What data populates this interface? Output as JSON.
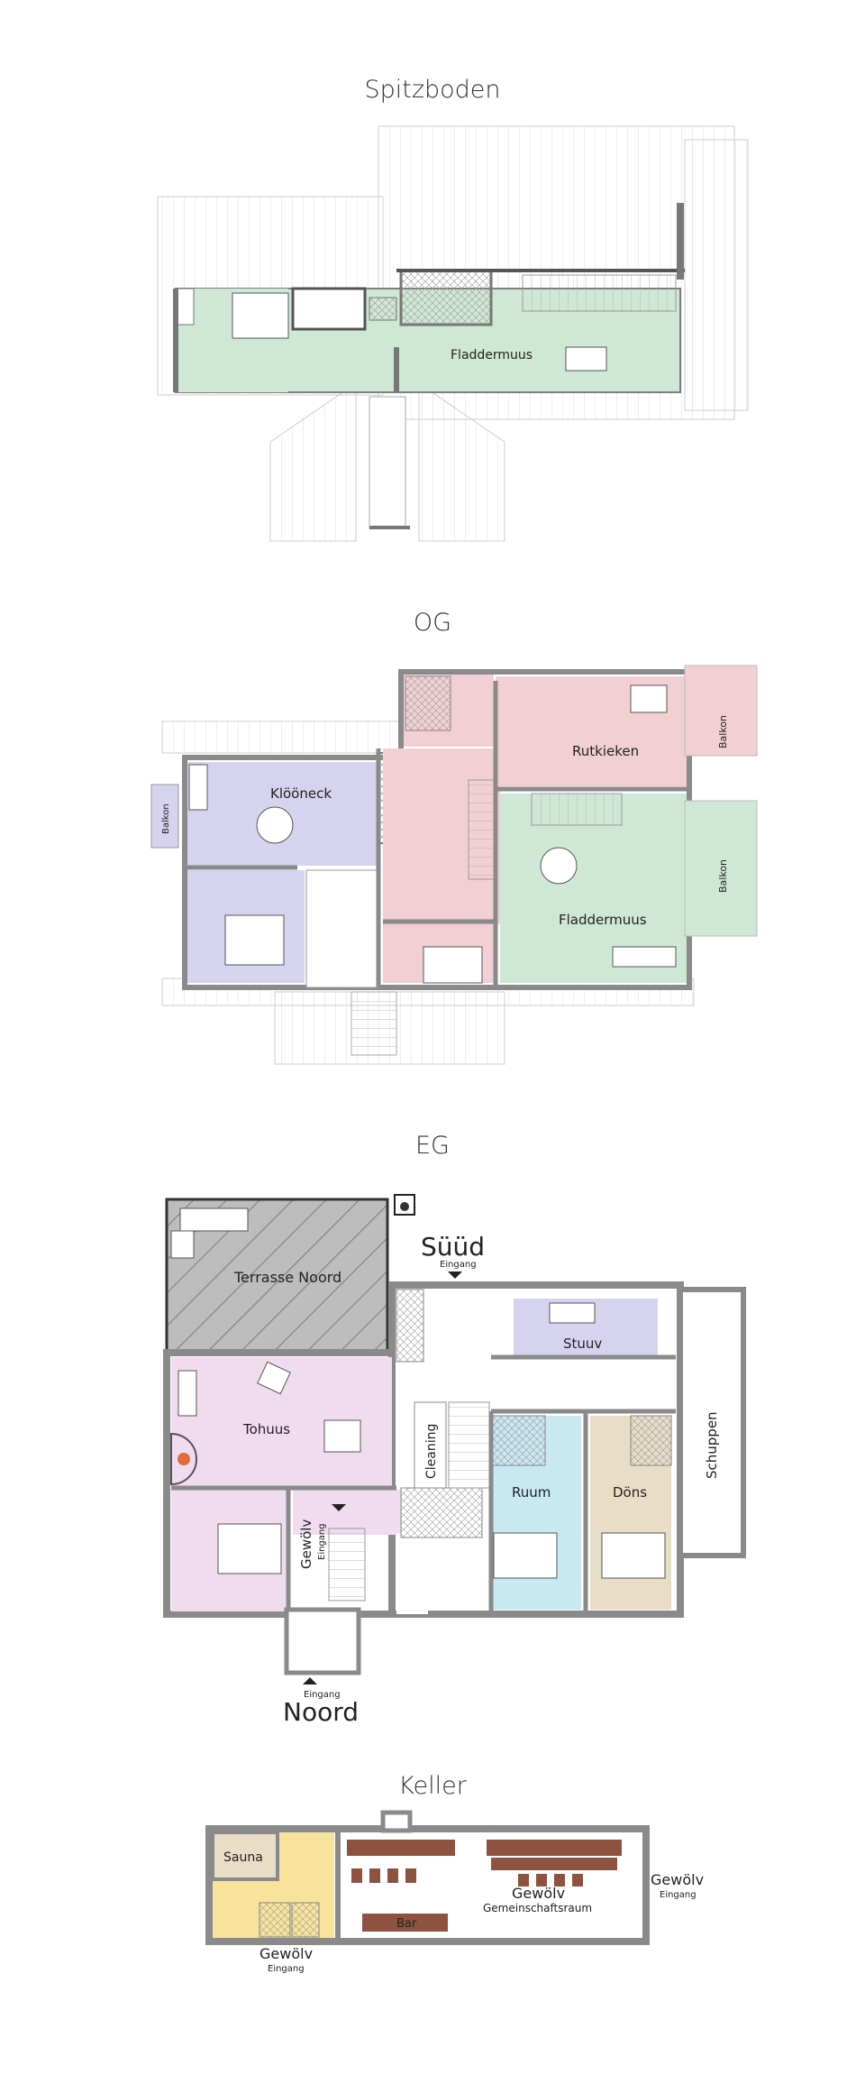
{
  "titles": {
    "spitzboden": "Spitzboden",
    "og": "OG",
    "eg": "EG",
    "keller": "Keller"
  },
  "spitzboden": {
    "room": "Fladdermuus"
  },
  "og": {
    "rooms": {
      "klooneck": "Klööneck",
      "rutkieken": "Rutkieken",
      "fladdermuus": "Fladdermuus"
    },
    "balkon": "Balkon"
  },
  "eg": {
    "terrasse": "Terrasse Noord",
    "tohuus": "Tohuus",
    "stuuv": "Stuuv",
    "ruum": "Ruum",
    "dons": "Döns",
    "cleaning": "Cleaning",
    "schuppen": "Schuppen",
    "gewolv": "Gewölv",
    "eingang": "Eingang",
    "suud": "Süüd",
    "noord": "Noord"
  },
  "keller": {
    "sauna": "Sauna",
    "bar": "Bar",
    "gewolv": "Gewölv",
    "gemeinschaftsraum": "Gemeinschaftsraum",
    "eingang": "Eingang"
  },
  "colors": {
    "green": "#cfe8d6",
    "pink": "#f2cfd3",
    "purple": "#d6d3ee",
    "lilac": "#f0dcee",
    "blue": "#c8e8f2",
    "beige": "#e8ddc7",
    "yellow": "#f8e39a",
    "wall": "#8a8a8a"
  }
}
